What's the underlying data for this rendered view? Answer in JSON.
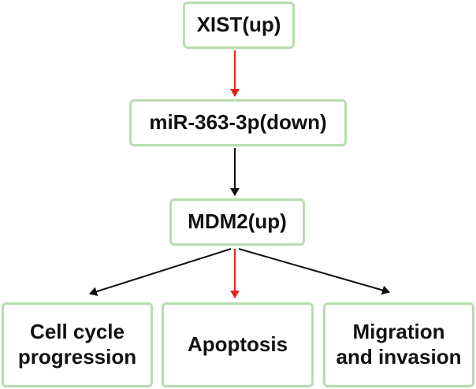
{
  "nodes": {
    "xist": "XIST(up)",
    "mir": "miR-363-3p(down)",
    "mdm2": "MDM2(up)",
    "cell_cycle": {
      "line1": "Cell cycle",
      "line2": "progression"
    },
    "apoptosis": "Apoptosis",
    "migration": {
      "line1": "Migration",
      "line2": "and invasion"
    }
  },
  "colors": {
    "box_border": "#b7dcb0",
    "arrow_inhibit": "#e8201c",
    "arrow_promote": "#111111"
  }
}
